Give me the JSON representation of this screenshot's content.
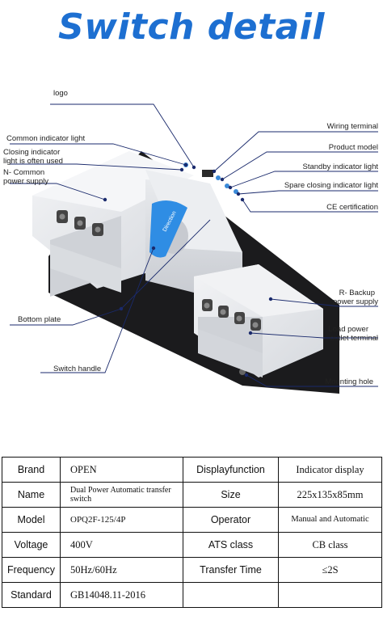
{
  "title": "Switch detail",
  "callouts": {
    "logo": "logo",
    "common_indicator": "Common indicator light",
    "closing_indicator": [
      "Closing indicator",
      "light is often used"
    ],
    "n_common": [
      "N- Common",
      "power supply"
    ],
    "bottom_plate": "Bottom plate",
    "switch_handle": "Switch handle",
    "wiring_terminal": "Wiring terminal",
    "product_model": "Product model",
    "standby_indicator": "Standby indicator light",
    "spare_closing": "Spare closing indicator light",
    "ce": "CE certification",
    "r_backup": [
      "R- Backup",
      "power supply"
    ],
    "load_power": [
      "Load power",
      "outlet terminal"
    ],
    "mounting_hole": "Mounting hole",
    "handle_text": "Direction"
  },
  "specs": {
    "rows": [
      {
        "k1": "Brand",
        "v1": "OPEN",
        "k2": "Displayfunction",
        "v2": "Indicator display"
      },
      {
        "k1": "Name",
        "v1": "Dual Power Automatic transfer switch",
        "k2": "Size",
        "v2": "225x135x85mm"
      },
      {
        "k1": "Model",
        "v1": "OPQ2F-125/4P",
        "k2": "Operator",
        "v2": "Manual and Automatic"
      },
      {
        "k1": "Voltage",
        "v1": "400V",
        "k2": "ATS class",
        "v2": "CB class"
      },
      {
        "k1": "Frequency",
        "v1": "50Hz/60Hz",
        "k2": "Transfer Time",
        "v2": "≤2S"
      },
      {
        "k1": "Standard",
        "v1": "GB14048.11-2016",
        "k2": "",
        "v2": ""
      }
    ]
  },
  "colors": {
    "title": "#1d6fd1",
    "callout_line": "#1a2a6c",
    "body": "#e6e8ec",
    "plate": "#1b1b1d"
  }
}
